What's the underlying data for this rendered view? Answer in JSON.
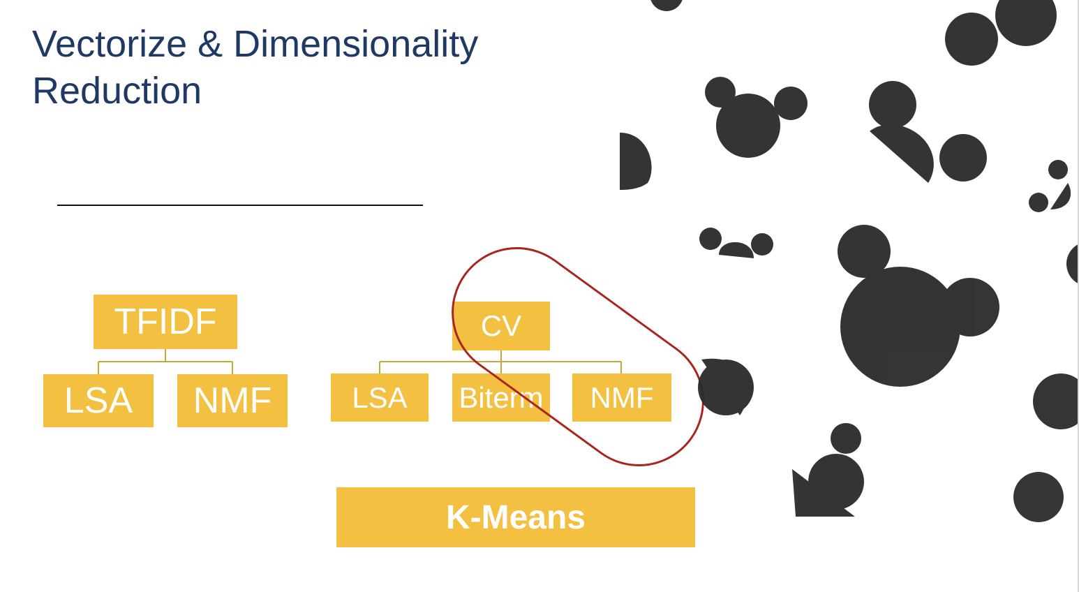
{
  "slide": {
    "title": "Vectorize & Dimensionality Reduction"
  },
  "tree_tfidf": {
    "root": "TFIDF",
    "children": [
      "LSA",
      "NMF"
    ]
  },
  "tree_cv": {
    "root": "CV",
    "children": [
      "LSA",
      "Biterm",
      "NMF"
    ]
  },
  "clustering": {
    "label": "K-Means"
  },
  "colors": {
    "title": "#1f3864",
    "node_fill": "#f3c041",
    "node_text": "#ffffff",
    "connector": "#c9a53a",
    "highlight_ellipse": "#a8261f",
    "decor": "#2a2a2a"
  },
  "icons": [
    "mickey-ears-pattern",
    "highlight-ellipse"
  ]
}
